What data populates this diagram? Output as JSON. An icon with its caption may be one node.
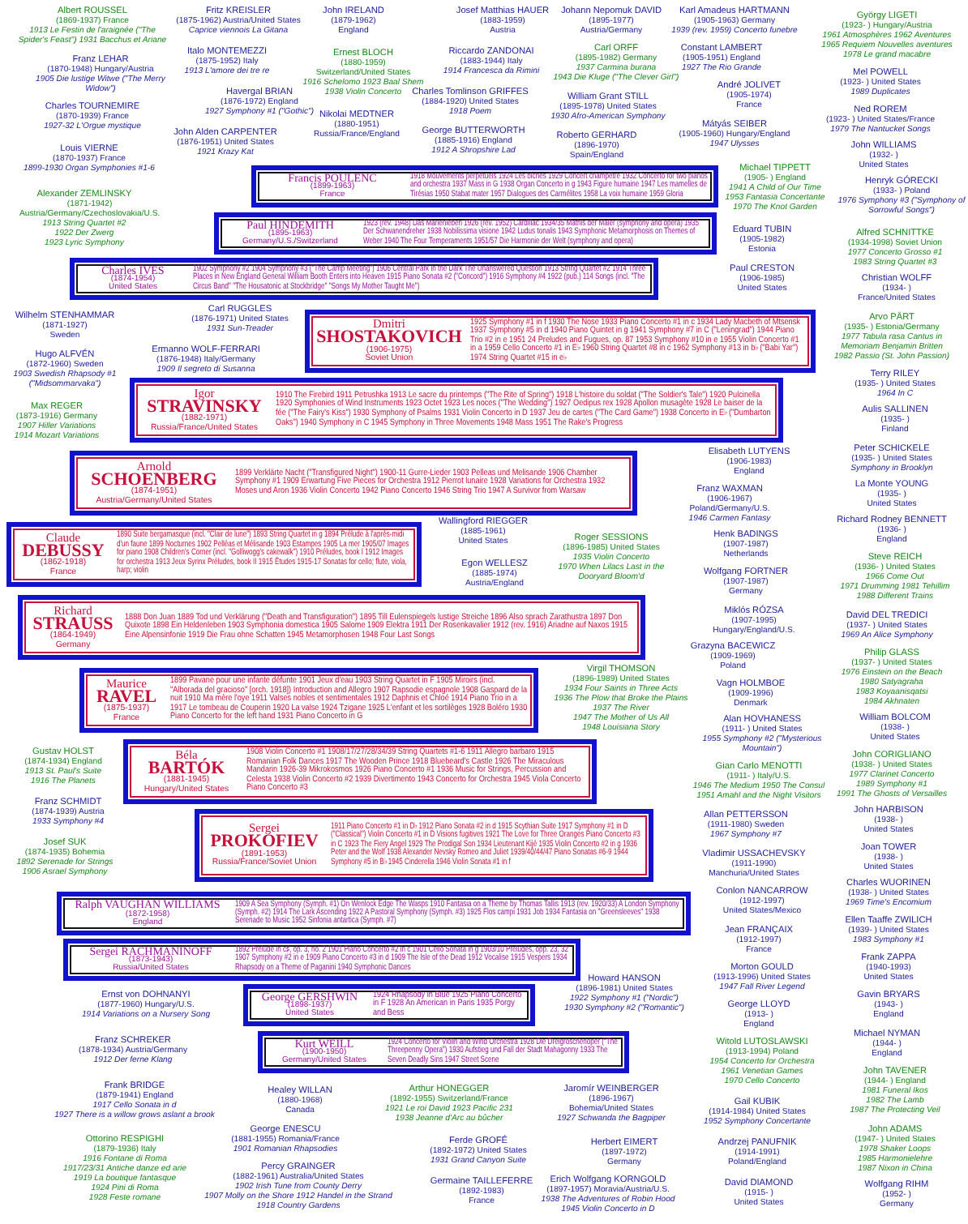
{
  "diagram": {
    "nodes": [
      {
        "text": [
          "Francis POULENC",
          "(1899-1963)",
          "France",
          "1918 Mouvements perpétuels 1924 Les biches 1929 Concert champêtre 1932 Concerto for two pianos and orchestra 1937 Mass in G 1938 Organ Concerto in g 1943 Figure humaine 1947 Les mamelles de Tirésias 1950 Stabat mater 1957 Dialogues des Carmélites 1958 La voix humaine 1959 Gloria"
        ]
      },
      {
        "text": [
          "Paul HINDEMITH",
          "(1895-1963)",
          "Germany/U.S./Switzerland",
          "1923 (rev. 1948) Das Marienleben 1926 (rev. 1952) Cardillac 1934/35 Mathis der Maler (symphony and opera) 1935 Der Schwanendreher 1938 Nobilissima visione 1942 Ludus tonalis 1943 Symphonic Metamorphosis on Themes of Weber 1940 The Four Temperaments 1951/57 Die Harmonie der Welt (symphony and opera)"
        ]
      },
      {
        "text": [
          "Charles IVES",
          "(1874-1954)",
          "United States",
          "1902 Symphony #2 1904 Symphony #3 (\"The Camp Meeting\") 1906 Central Park in the Dark The Unanswered Question 1913 String Quartet #2 1914 Three Places in New England General William Booth Enters into Heaven 1915 Piano Sonata #2 (\"Concord\") 1916 Symphony #4 1922 (pub.) 114 Songs (incl. \"The Circus Band\" \"The Housatonic at Stockbridge\" \"Songs My Mother Taught Me\")"
        ]
      },
      {
        "text": [
          "Dmitri",
          "SHOSTAKOVICH",
          "(1906-1975)",
          "Soviet Union",
          "1925 Symphony #1 in f 1930 The Nose 1933 Piano Concerto #1 in c 1934 Lady Macbeth of Mtsensk 1937 Symphony #5 in d 1940 Piano Quintet in g 1941 Symphony #7 in C (\"Leningrad\") 1944 Piano Trio #2 in e 1951 24 Preludes and Fugues, op. 87 1953 Symphony #10 in e 1955 Violin Concerto #1 in a 1959 Cello Concerto #1 in E♭ 1960 String Quartet #8 in c 1962 Symphony #13 in b♭ (\"Babi Yar\") 1974 String Quartet #15 in e♭"
        ]
      },
      {
        "text": [
          "Igor",
          "STRAVINSKY",
          "(1882-1971)",
          "Russia/France/United States",
          "1910 The Firebird 1911 Petrushka 1913 Le sacre du printemps (\"The Rite of Spring\") 1918 L'histoire du soldat (\"The Soldier's Tale\") 1920 Pulcinella 1920 Symphonies of Wind Instruments 1923 Octet 1923 Les noces (\"The Wedding\") 1927 Oedipus rex 1928 Apollon musagète 1928 Le baiser de la fée (\"The Fairy's Kiss\") 1930 Symphony of Psalms 1931 Violin Concerto in D 1937 Jeu de cartes (\"The Card Game\") 1938 Concerto in E♭ (\"Dumbarton Oaks\") 1940 Symphony in C 1945 Symphony in Three Movements 1948 Mass 1951 The Rake's Progress"
        ]
      },
      {
        "text": [
          "Arnold",
          "SCHOENBERG",
          "(1874-1951)",
          "Austria/Germany/United States",
          "1899 Verklärte Nacht (\"Transfigured Night\") 1900-11 Gurre-Lieder 1903 Pelleas und Melisande 1906 Chamber Symphony #1 1909 Erwartung Five Pieces for Orchestra 1912 Pierrot lunaire 1928 Variations for Orchestra 1932 Moses und Aron 1936 Violin Concerto 1942 Piano Concerto 1946 String Trio 1947 A Survivor from Warsaw"
        ]
      },
      {
        "text": [
          "Claude",
          "DEBUSSY",
          "(1862-1918)",
          "France",
          "1890 Suite bergamasque (incl. \"Clair de lune\") 1893 String Quartet in g 1894 Prélude à l'après-midi d'un faune 1899 Nocturnes 1902 Pelléas et Mélisande 1903 Estampes 1905 La mer 1905/07 Images for piano 1908 Children's Corner (incl. \"Golliwogg's cakewalk\") 1910 Préludes, book I 1912 Images for orchestra 1913 Jeux Syrinx Préludes, book II 1915 Études 1915-17 Sonatas for cello; flute, viola, harp; violin"
        ]
      },
      {
        "text": [
          "Richard",
          "STRAUSS",
          "(1864-1949)",
          "Germany",
          "1888 Don Juan 1889 Tod und Verklärung (\"Death and Transfiguration\") 1895 Till Eulenspiegels lustige Streiche 1896 Also sprach Zarathustra 1897 Don Quixote 1898 Ein Heldenleben 1903 Symphonia domestica 1905 Salome 1909 Elektra 1911 Der Rosenkavalier 1912 (rev. 1916) Ariadne auf Naxos 1915 Eine Alpensinfonie 1919 Die Frau ohne Schatten 1945 Metamorphosen 1948 Four Last Songs"
        ]
      },
      {
        "text": [
          "Maurice",
          "RAVEL",
          "(1875-1937)",
          "France",
          "1899 Pavane pour une infante défunte 1901 Jeux d'eau 1903 String Quartet in F 1905 Miroirs (incl. \"Alborada del gracioso\" [orch. 1918]) Introduction and Allegro 1907 Rapsodie espagnole 1908 Gaspard de la nuit 1910 Ma mère l'oye 1911 Valses nobles et sentimentales 1912 Daphnis et Chloé 1914 Piano Trio in a 1917 Le tombeau de Couperin 1920 La valse 1924 Tzigane 1925 L'enfant et les sortilèges 1928 Boléro 1930 Piano Concerto for the left hand 1931 Piano Concerto in G"
        ]
      },
      {
        "text": [
          "Béla",
          "BARTÓK",
          "(1881-1945)",
          "Hungary/United States",
          "1908 Violin Concerto #1 1908/17/27/28/34/39 String Quartets #1-6 1911 Allegro barbaro 1915 Romanian Folk Dances 1917 The Wooden Prince 1918 Bluebeard's Castle 1926 The Miraculous Mandarin 1926-39 Mikrokosmos 1926 Piano Concerto #1 1936 Music for Strings, Percussion and Celesta 1938 Violin Concerto #2 1939 Divertimento 1943 Concerto for Orchestra 1945 Viola Concerto Piano Concerto #3"
        ]
      },
      {
        "text": [
          "Sergei",
          "PROKOFIEV",
          "(1891-1953)",
          "Russia/France/Soviet Union",
          "1911 Piano Concerto #1 in D♭ 1912 Piano Sonata #2 in d 1915 Scythian Suite 1917 Symphony #1 in D (\"Classical\") Violin Concerto #1 in D Visions fugitives 1921 The Love for Three Oranges Piano Concerto #3 in C 1923 The Fiery Angel 1929 The Prodigal Son 1934 Lieutenant Kijé 1935 Violin Concerto #2 in g 1936 Peter and the Wolf 1938 Alexander Nevsky Romeo and Juliet 1939/40/44/47 Piano Sonatas #6-9 1944 Symphony #5 in B♭ 1945 Cinderella 1946 Violin Sonata #1 in f"
        ]
      },
      {
        "text": [
          "Ralph VAUGHAN WILLIAMS",
          "(1872-1958)",
          "England",
          "1909 A Sea Symphony (Symph. #1) On Wenlock Edge The Wasps 1910 Fantasia on a Theme by Thomas Tallis 1913 (rev. 1920/33) A London Symphony (Symph. #2) 1914 The Lark Ascending 1922 A Pastoral Symphony (Symph. #3) 1925 Flos campi 1931 Job 1934 Fantasia on \"Greensleeves\" 1938 Serenade to Music 1952 Sinfonia antartica (Symph. #7)"
        ]
      },
      {
        "text": [
          "Sergei RACHMANINOFF",
          "(1873-1943)",
          "Russia/United States",
          "1892 Prelude in c♯, op. 3, no. 2 1901 Piano Concerto #2 in c 1901 Cello Sonata in g 1903/10 Preludes, opp. 23, 32 1907 Symphony #2 in e 1909 Piano Concerto #3 in d 1909 The Isle of the Dead 1912 Vocalise 1915 Vespers 1934 Rhapsody on a Theme of Paganini 1940 Symphonic Dances"
        ]
      },
      {
        "text": [
          "George GERSHWIN",
          "(1898-1937)",
          "United States",
          "1924 Rhapsody in Blue 1925 Piano Concerto in F 1928 An American in Paris 1935 Porgy and Bess"
        ]
      },
      {
        "text": [
          "Kurt WEILL",
          "(1900-1950)",
          "Germany/United States",
          "1924 Concerto for Violin and Wind Orchestra 1928 Die Dreigroschenoper (\"The Threepenny Opera\") 1930 Aufstieg und Fall der Stadt Mahagonny 1933 The Seven Deadly Sins 1947 Street Scene"
        ]
      }
    ],
    "labels": [
      "Albert ROUSSEL",
      "(1869-1937) France",
      "1913 Le Festin de l'araignée (\"The Spider's Feast\") 1931 Bacchus et Ariane",
      "Franz LEHAR",
      "(1870-1948) Hungary/Austria",
      "1905 Die lustige Witwe (\"The Merry Widow\")",
      "Charles TOURNEMIRE",
      "(1870-1939) France",
      "1927-32 L'Orgue mystique",
      "Louis VIERNE",
      "(1870-1937) France",
      "1899-1930 Organ Symphonies #1-6",
      "Alexander ZEMLINSKY",
      "(1871-1942) Austria/Germany/Czechoslovakia/U.S.",
      "1913 String Quartet #2",
      "1922 Der Zwerg",
      "1923 Lyric Symphony",
      "Wilhelm STENHAMMAR",
      "(1871-1927)",
      "Sweden",
      "Hugo ALFVÉN",
      "(1872-1960) Sweden",
      "1903 Swedish Rhapsody #1 (\"Midsommarvaka\")",
      "Max REGER",
      "(1873-1916) Germany",
      "1907 Hiller Variations",
      "1914 Mozart Variations",
      "Gustav HOLST",
      "(1874-1934) England",
      "1913 St. Paul's Suite",
      "1916 The Planets",
      "Franz SCHMIDT",
      "(1874-1939) Austria",
      "1933 Symphony #4",
      "Josef SUK",
      "(1874-1935) Bohemia",
      "1892 Serenade for Strings",
      "1906 Asrael Symphony",
      "Ernst von DOHNANYI",
      "(1877-1960) Hungary/U.S.",
      "1914 Variations on a Nursery Song",
      "Franz SCHREKER",
      "(1878-1934) Austria/Germany",
      "1912 Der ferne Klang",
      "Frank BRIDGE",
      "(1879-1941) England",
      "1917 Cello Sonata in d",
      "1927 There is a willow grows aslant a brook",
      "Ottorino RESPIGHI",
      "(1879-1936) Italy",
      "1916 Fontane di Roma",
      "1917/23/31 Antiche danze ed arie",
      "1919 La boutique fantasque",
      "1924 Pini di Roma",
      "1928 Feste romane",
      "Fritz KREISLER",
      "(1875-1962) Austria/United States",
      "Caprice viennois La Gitana",
      "Italo MONTEMEZZI",
      "(1875-1952) Italy",
      "1913 L'amore dei tre re",
      "Havergal BRIAN",
      "(1876-1972) England",
      "1927 Symphony #1 (\"Gothic\")",
      "John Alden CARPENTER",
      "(1876-1951) United States",
      "1921 Krazy Kat",
      "Carl RUGGLES",
      "(1876-1971) United States",
      "1931 Sun-Treader",
      "Ermanno WOLF-FERRARI",
      "(1876-1948) Italy/Germany",
      "1909 Il segreto di Susanna",
      "Healey WILLAN",
      "(1880-1968)",
      "Canada",
      "George ENESCU",
      "(1881-1955) Romania/France",
      "1901 Romanian Rhapsodies",
      "Percy GRAINGER",
      "(1882-1961) Australia/United States",
      "1902 Irish Tune from County Derry",
      "1907 Molly on the Shore 1912 Handel in the Strand",
      "1918 Country Gardens",
      "John IRELAND",
      "(1879-1962)",
      "England",
      "Ernest BLOCH",
      "(1880-1959)",
      "Switzerland/United States",
      "1916 Schelomo 1923 Baal Shem",
      "1938 Violin Concerto",
      "Nikolai MEDTNER",
      "(1880-1951)",
      "Russia/France/England",
      "Josef Matthias HAUER",
      "(1883-1959)",
      "Austria",
      "Riccardo ZANDONAI",
      "(1883-1944) Italy",
      "1914 Francesca da Rimini",
      "Charles Tomlinson GRIFFES",
      "(1884-1920) United States",
      "1918 Poem",
      "George BUTTERWORTH",
      "(1885-1916) England",
      "1912 A Shropshire Lad",
      "Wallingford RIEGGER",
      "(1885-1961)",
      "United States",
      "Egon WELLESZ",
      "(1885-1974)",
      "Austria/England",
      "Arthur HONEGGER",
      "(1892-1955) Switzerland/France",
      "1921 Le roi David 1923 Pacific 231",
      "1938 Jeanne d'Arc au bûcher",
      "Ferde GROFÉ",
      "(1892-1972) United States",
      "1931 Grand Canyon Suite",
      "Germaine TAILLEFERRE",
      "(1892-1983)",
      "France",
      "Johann Nepomuk DAVID",
      "(1895-1977)",
      "Austria/Germany",
      "Carl ORFF",
      "(1895-1982) Germany",
      "1937 Carmina burana",
      "1943 Die Kluge (\"The Clever Girl\")",
      "William Grant STILL",
      "(1895-1978) United States",
      "1930 Afro-American Symphony",
      "Roberto GERHARD",
      "(1896-1970)",
      "Spain/England",
      "Roger SESSIONS",
      "(1896-1985) United States",
      "1935 Violin Concerto",
      "1970 When Lilacs Last in the Dooryard Bloom'd",
      "Virgil THOMSON",
      "(1896-1989) United States",
      "1934 Four Saints in Three Acts",
      "1936 The Plow that Broke the Plains 1937 The River",
      "1947 The Mother of Us All",
      "1948 Louisiana Story",
      "Howard HANSON",
      "(1896-1981) United States",
      "1922 Symphony #1 (\"Nordic\")",
      "1930 Symphony #2 (\"Romantic\")",
      "Jaromír WEINBERGER",
      "(1896-1967)",
      "Bohemia/United States",
      "1927 Schwanda the Bagpiper",
      "Herbert EIMERT",
      "(1897-1972)",
      "Germany",
      "Erich Wolfgang KORNGOLD",
      "(1897-1957) Moravia/Austria/U.S.",
      "1938 The Adventures of Robin Hood",
      "1945 Violin Concerto in D",
      "Karl Amadeus HARTMANN",
      "(1905-1963) Germany",
      "1939 (rev. 1959) Concerto funebre",
      "Constant LAMBERT",
      "(1905-1951) England",
      "1927 The Rio Grande",
      "André JOLIVET",
      "(1905-1974)",
      "France",
      "Mátyás SEIBER",
      "(1905-1960) Hungary/England",
      "1947 Ulysses",
      "Michael TIPPETT",
      "(1905- ) England",
      "1941 A Child of Our Time",
      "1953 Fantasia Concertante",
      "1970 The Knot Garden",
      "Eduard TUBIN",
      "(1905-1982)",
      "Estonia",
      "Paul CRESTON",
      "(1906-1985)",
      "United States",
      "Elisabeth LUTYENS",
      "(1906-1983)",
      "England",
      "Franz WAXMAN",
      "(1906-1967)",
      "Poland/Germany/U.S.",
      "1946 Carmen Fantasy",
      "Henk BADINGS",
      "(1907-1987)",
      "Netherlands",
      "Wolfgang FORTNER",
      "(1907-1987)",
      "Germany",
      "Miklós RÓZSA",
      "(1907-1995)",
      "Hungary/England/U.S.",
      "Grazyna BACEWICZ",
      "(1909-1969)",
      "Poland",
      "Vagn HOLMBOE",
      "(1909-1996)",
      "Denmark",
      "Alan HOVHANESS",
      "(1911- ) United States",
      "1955 Symphony #2 (\"Mysterious Mountain\")",
      "Gian Carlo MENOTTI",
      "(1911- ) Italy/U.S.",
      "1946 The Medium 1950 The Consul",
      "1951 Amahl and the Night Visitors",
      "Allan PETTERSSON",
      "(1911-1980) Sweden",
      "1967 Symphony #7",
      "Vladimir USSACHEVSKY",
      "(1911-1990)",
      "Manchuria/United States",
      "Conlon NANCARROW",
      "(1912-1997)",
      "United States/Mexico",
      "Jean FRANÇAIX",
      "(1912-1997)",
      "France",
      "Morton GOULD",
      "(1913-1996) United States",
      "1947 Fall River Legend",
      "George LLOYD",
      "(1913- )",
      "England",
      "Witold LUTOSLAWSKI",
      "(1913-1994) Poland",
      "1954 Concerto for Orchestra",
      "1961 Venetian Games",
      "1970 Cello Concerto",
      "Gail KUBIK",
      "(1914-1984) United States",
      "1952 Symphony Concertante",
      "Andrzej PANUFNIK",
      "(1914-1991)",
      "Poland/England",
      "David DIAMOND",
      "(1915- )",
      "United States",
      "György LIGETI",
      "(1923- ) Hungary/Austria",
      "1961 Atmosphères 1962 Aventures",
      "1965 Requiem Nouvelles aventures",
      "1978 Le grand macabre",
      "Mel POWELL",
      "(1923- ) United States",
      "1989 Duplicates",
      "Ned ROREM",
      "(1923- ) United States/France",
      "1979 The Nantucket Songs",
      "John WILLIAMS",
      "(1932- )",
      "United States",
      "Henryk GÓRECKI",
      "(1933- ) Poland",
      "1976 Symphony #3 (\"Symphony of Sorrowful Songs\")",
      "Alfred SCHNITTKE",
      "(1934-1998) Soviet Union",
      "1977 Concerto Grosso #1",
      "1983 String Quartet #3",
      "Christian WOLFF",
      "(1934- )",
      "France/United States",
      "Arvo PÄRT",
      "(1935- ) Estonia/Germany",
      "1977 Tabula rasa Cantus in Memoriam Benjamin Britten",
      "1982 Passio (St. John Passion)",
      "Terry RILEY",
      "(1935- ) United States",
      "1964 In C",
      "Aulis SALLINEN",
      "(1935- )",
      "Finland",
      "Peter SCHICKELE",
      "(1935- ) United States",
      "Symphony in Brooklyn",
      "La Monte YOUNG",
      "(1935- )",
      "United States",
      "Richard Rodney BENNETT",
      "(1936- )",
      "England",
      "Steve REICH",
      "(1936- ) United States",
      "1966 Come Out",
      "1971 Drumming 1981 Tehillim",
      "1988 Different Trains",
      "David DEL TREDICI",
      "(1937- ) United States",
      "1969 An Alice Symphony",
      "Philip GLASS",
      "(1937- ) United States",
      "1976 Einstein on the Beach",
      "1980 Satyagraha",
      "1983 Koyaanisqatsi",
      "1984 Akhnaten",
      "William BOLCOM",
      "(1938- )",
      "United States",
      "John CORIGLIANO",
      "(1938- ) United States",
      "1977 Clarinet Concerto",
      "1989 Symphony #1",
      "1991 The Ghosts of Versailles",
      "John HARBISON",
      "(1938- )",
      "United States",
      "Joan TOWER",
      "(1938- )",
      "United States",
      "Charles WUORINEN",
      "(1938- ) United States",
      "1969 Time's Encomium",
      "Ellen Taaffe ZWILICH",
      "(1939- ) United States",
      "1983 Symphony #1",
      "Frank ZAPPA",
      "(1940-1993)",
      "United States",
      "Gavin BRYARS",
      "(1943- )",
      "England",
      "Michael NYMAN",
      "(1944- )",
      "England",
      "John TAVENER",
      "(1944- ) England",
      "1981 Funeral Ikos",
      "1982 The Lamb",
      "1987 The Protecting Veil",
      "John ADAMS",
      "(1947- ) United States",
      "1978 Shaker Loops",
      "1985 Harmonielehre",
      "1987 Nixon in China",
      "Wolfgang RIHM",
      "(1952- )",
      "Germany"
    ]
  }
}
